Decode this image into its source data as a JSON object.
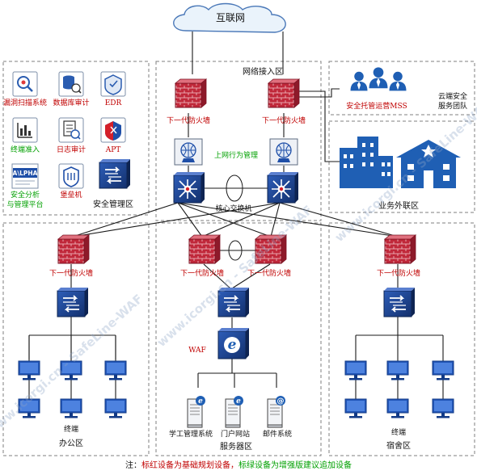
{
  "internet": {
    "label": "互联网"
  },
  "zones": {
    "network_access": "网络接入区",
    "security_mgmt": "安全管理区",
    "cloud_team": "云端安全服务团队",
    "external": "业务外联区",
    "office": "办公区",
    "server": "服务器区",
    "dorm": "宿舍区"
  },
  "devices": {
    "leak_scan": "漏洞扫描系统",
    "db_audit": "数据库审计",
    "edr": "EDR",
    "terminal_access": "终端准入",
    "log_audit": "日志审计",
    "apt": "APT",
    "alpha_brand": "A\\LPHA",
    "analysis_platform_1": "安全分析",
    "analysis_platform_2": "与管理平台",
    "bastion": "堡垒机",
    "ngfw": "下一代防火墙",
    "behavior_mgmt": "上网行为管理",
    "core_switch": "核心交换机",
    "mss": "安全托管运营MSS",
    "waf": "WAF",
    "terminal": "终端",
    "edu_system": "学工管理系统",
    "portal": "门户网站",
    "mail": "邮件系统"
  },
  "footnote": {
    "prefix": "注：",
    "red_part": "标红设备为基础规划设备，",
    "green_part": "标绿设备为增强版建议追加设备"
  },
  "watermark": "www.icorgi.cn - SafeLine-WAF",
  "colors": {
    "red": "#c00000",
    "green": "#00a000",
    "brand_blue": "#1f5fb4",
    "firewall_red": "#c0283a",
    "switch_navy": "#1c3f8c",
    "server_blue": "#2f6fd8"
  }
}
